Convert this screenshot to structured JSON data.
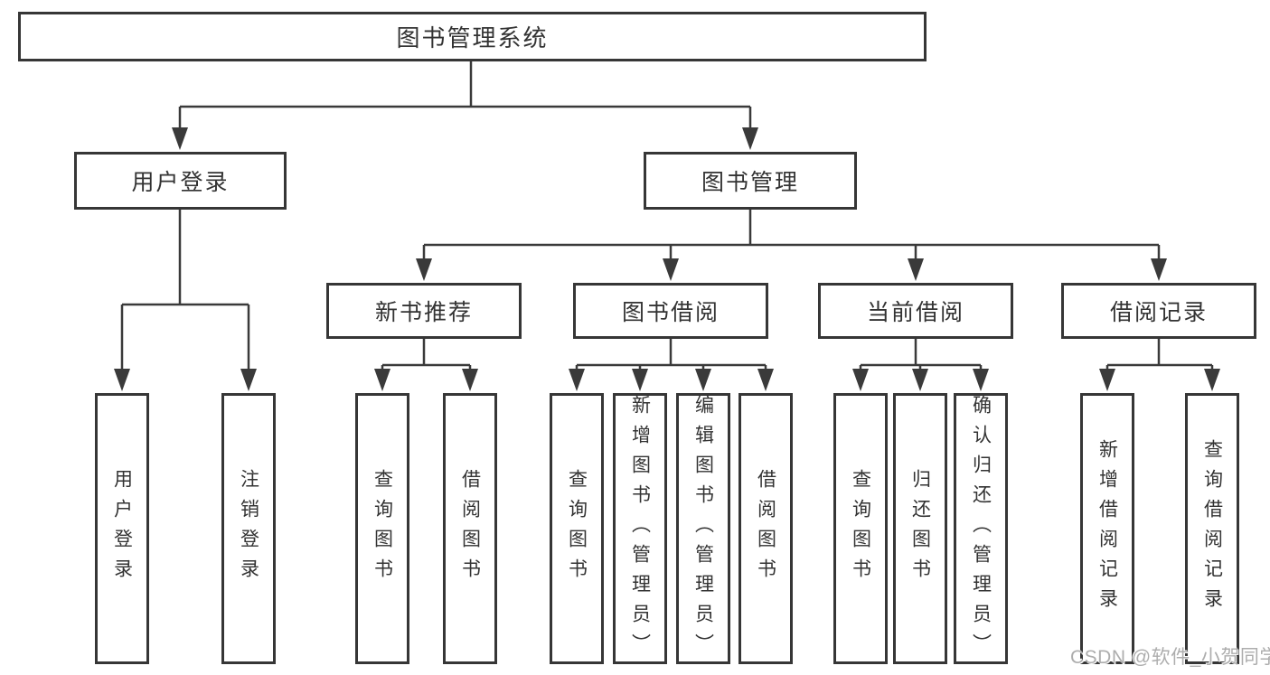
{
  "colors": {
    "background": "#ffffff",
    "line": "#3a3a3a",
    "box_border": "#363636",
    "text": "#333333",
    "watermark_text": "#adadad"
  },
  "tree": {
    "label": "图书管理系统",
    "children": [
      {
        "label": "用户登录",
        "children": [
          {
            "label": "用户登录"
          },
          {
            "label": "注销登录"
          }
        ]
      },
      {
        "label": "图书管理",
        "children": [
          {
            "label": "新书推荐",
            "children": [
              {
                "label": "查询图书"
              },
              {
                "label": "借阅图书"
              }
            ]
          },
          {
            "label": "图书借阅",
            "children": [
              {
                "label": "查询图书"
              },
              {
                "label": "新增图书（管理员）"
              },
              {
                "label": "编辑图书（管理员）"
              },
              {
                "label": "借阅图书"
              }
            ]
          },
          {
            "label": "当前借阅",
            "children": [
              {
                "label": "查询图书"
              },
              {
                "label": "归还图书"
              },
              {
                "label": "确认归还（管理员）"
              }
            ]
          },
          {
            "label": "借阅记录",
            "children": [
              {
                "label": "新增借阅记录"
              },
              {
                "label": "查询借阅记录"
              }
            ]
          }
        ]
      }
    ]
  },
  "watermark": {
    "text": "CSDN @软件_小贺同学"
  }
}
